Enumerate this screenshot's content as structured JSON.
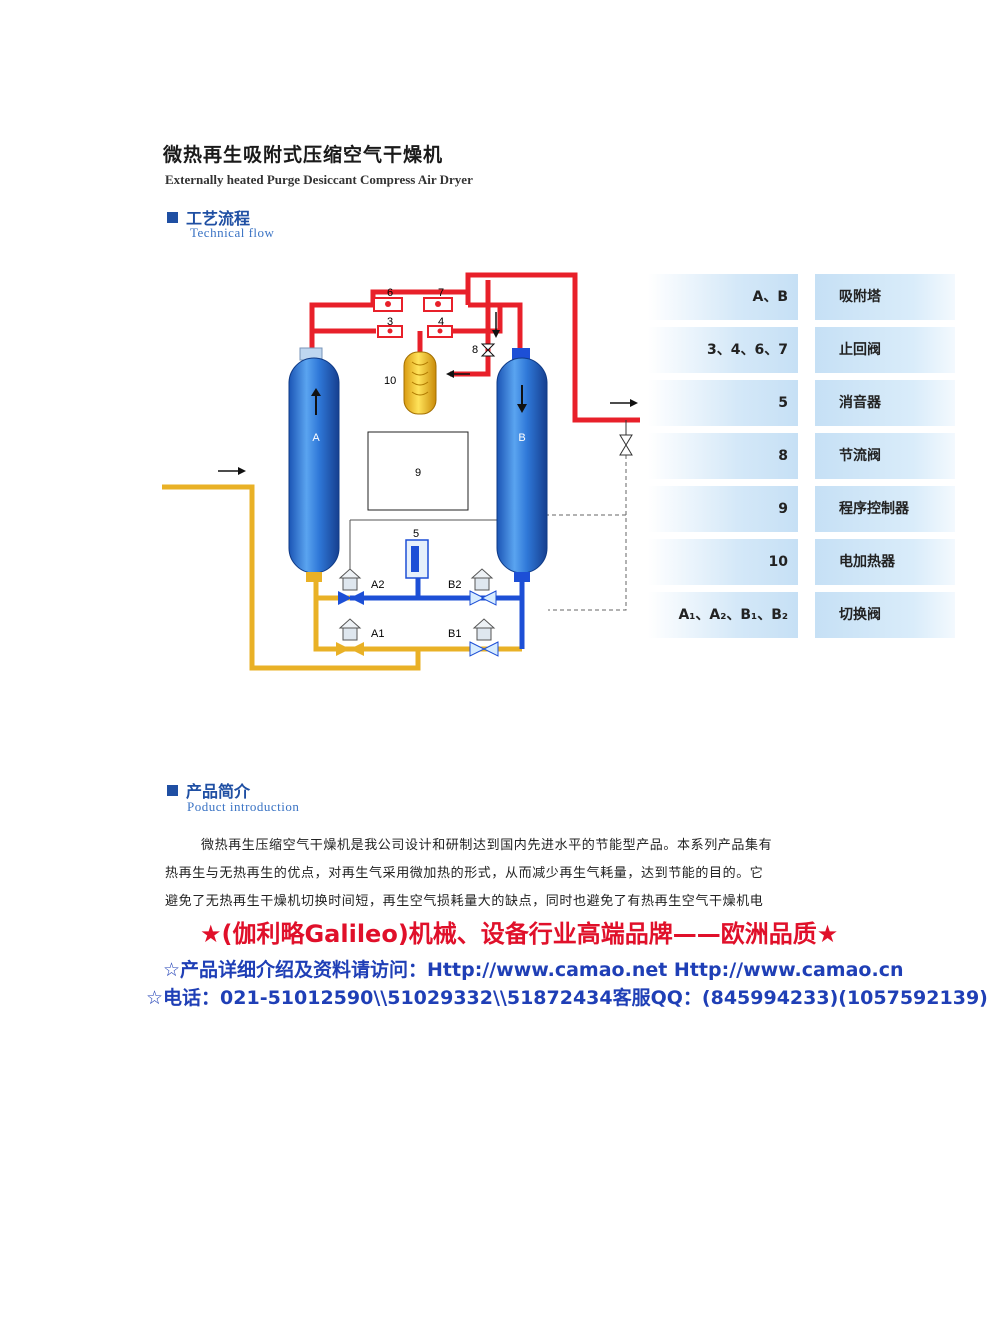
{
  "header": {
    "title_cn": "微热再生吸附式压缩空气干燥机",
    "title_en": "Externally heated Purge Desiccant Compress Air Dryer"
  },
  "section_flow": {
    "title": "工艺流程",
    "subtitle": "Technical flow"
  },
  "diagram": {
    "tower_a": "A",
    "tower_b": "B",
    "label_9": "9",
    "label_10": "10",
    "label_5": "5",
    "label_6": "6",
    "label_7": "7",
    "label_3": "3",
    "label_4": "4",
    "label_8": "8",
    "valve_a2": "A2",
    "valve_b2": "B2",
    "valve_a1": "A1",
    "valve_b1": "B1"
  },
  "legend": [
    {
      "key": "A、B",
      "value": "吸附塔"
    },
    {
      "key": "3、4、6、7",
      "value": "止回阀"
    },
    {
      "key": "5",
      "value": "消音器"
    },
    {
      "key": "8",
      "value": "节流阀"
    },
    {
      "key": "9",
      "value": "程序控制器"
    },
    {
      "key": "10",
      "value": "电加热器"
    },
    {
      "key": "A₁、A₂、B₁、B₂",
      "value": "切换阀"
    }
  ],
  "section_intro": {
    "title": "产品简介",
    "subtitle": "Poduct introduction"
  },
  "intro_lines": [
    "微热再生压缩空气干燥机是我公司设计和研制达到国内先进水平的节能型产品。本系列产品集有",
    "热再生与无热再生的优点，对再生气采用微加热的形式，从而减少再生气耗量，达到节能的目的。它",
    "避免了无热再生干燥机切换时间短，再生空气损耗量大的缺点，同时也避免了有热再生空气干燥机电"
  ],
  "ads": {
    "line1": "★(伽利略Galileo)机械、设备行业高端品牌——欧洲品质★",
    "line2": "☆产品详细介绍及资料请访问：Http://www.camao.net Http://www.camao.cn",
    "line3": "☆电话：021-51012590\\\\51029332\\\\51872434客服QQ：(845994233)(1057592139)"
  },
  "colors": {
    "red_pipe": "#e8202a",
    "yellow_pipe": "#e9b126",
    "blue_pipe": "#1d4fd6",
    "tower_blue": "#2f78d8",
    "heading_blue": "#1f4fa3",
    "ad_red": "#e0102a",
    "ad_blue": "#1f3fb6"
  }
}
